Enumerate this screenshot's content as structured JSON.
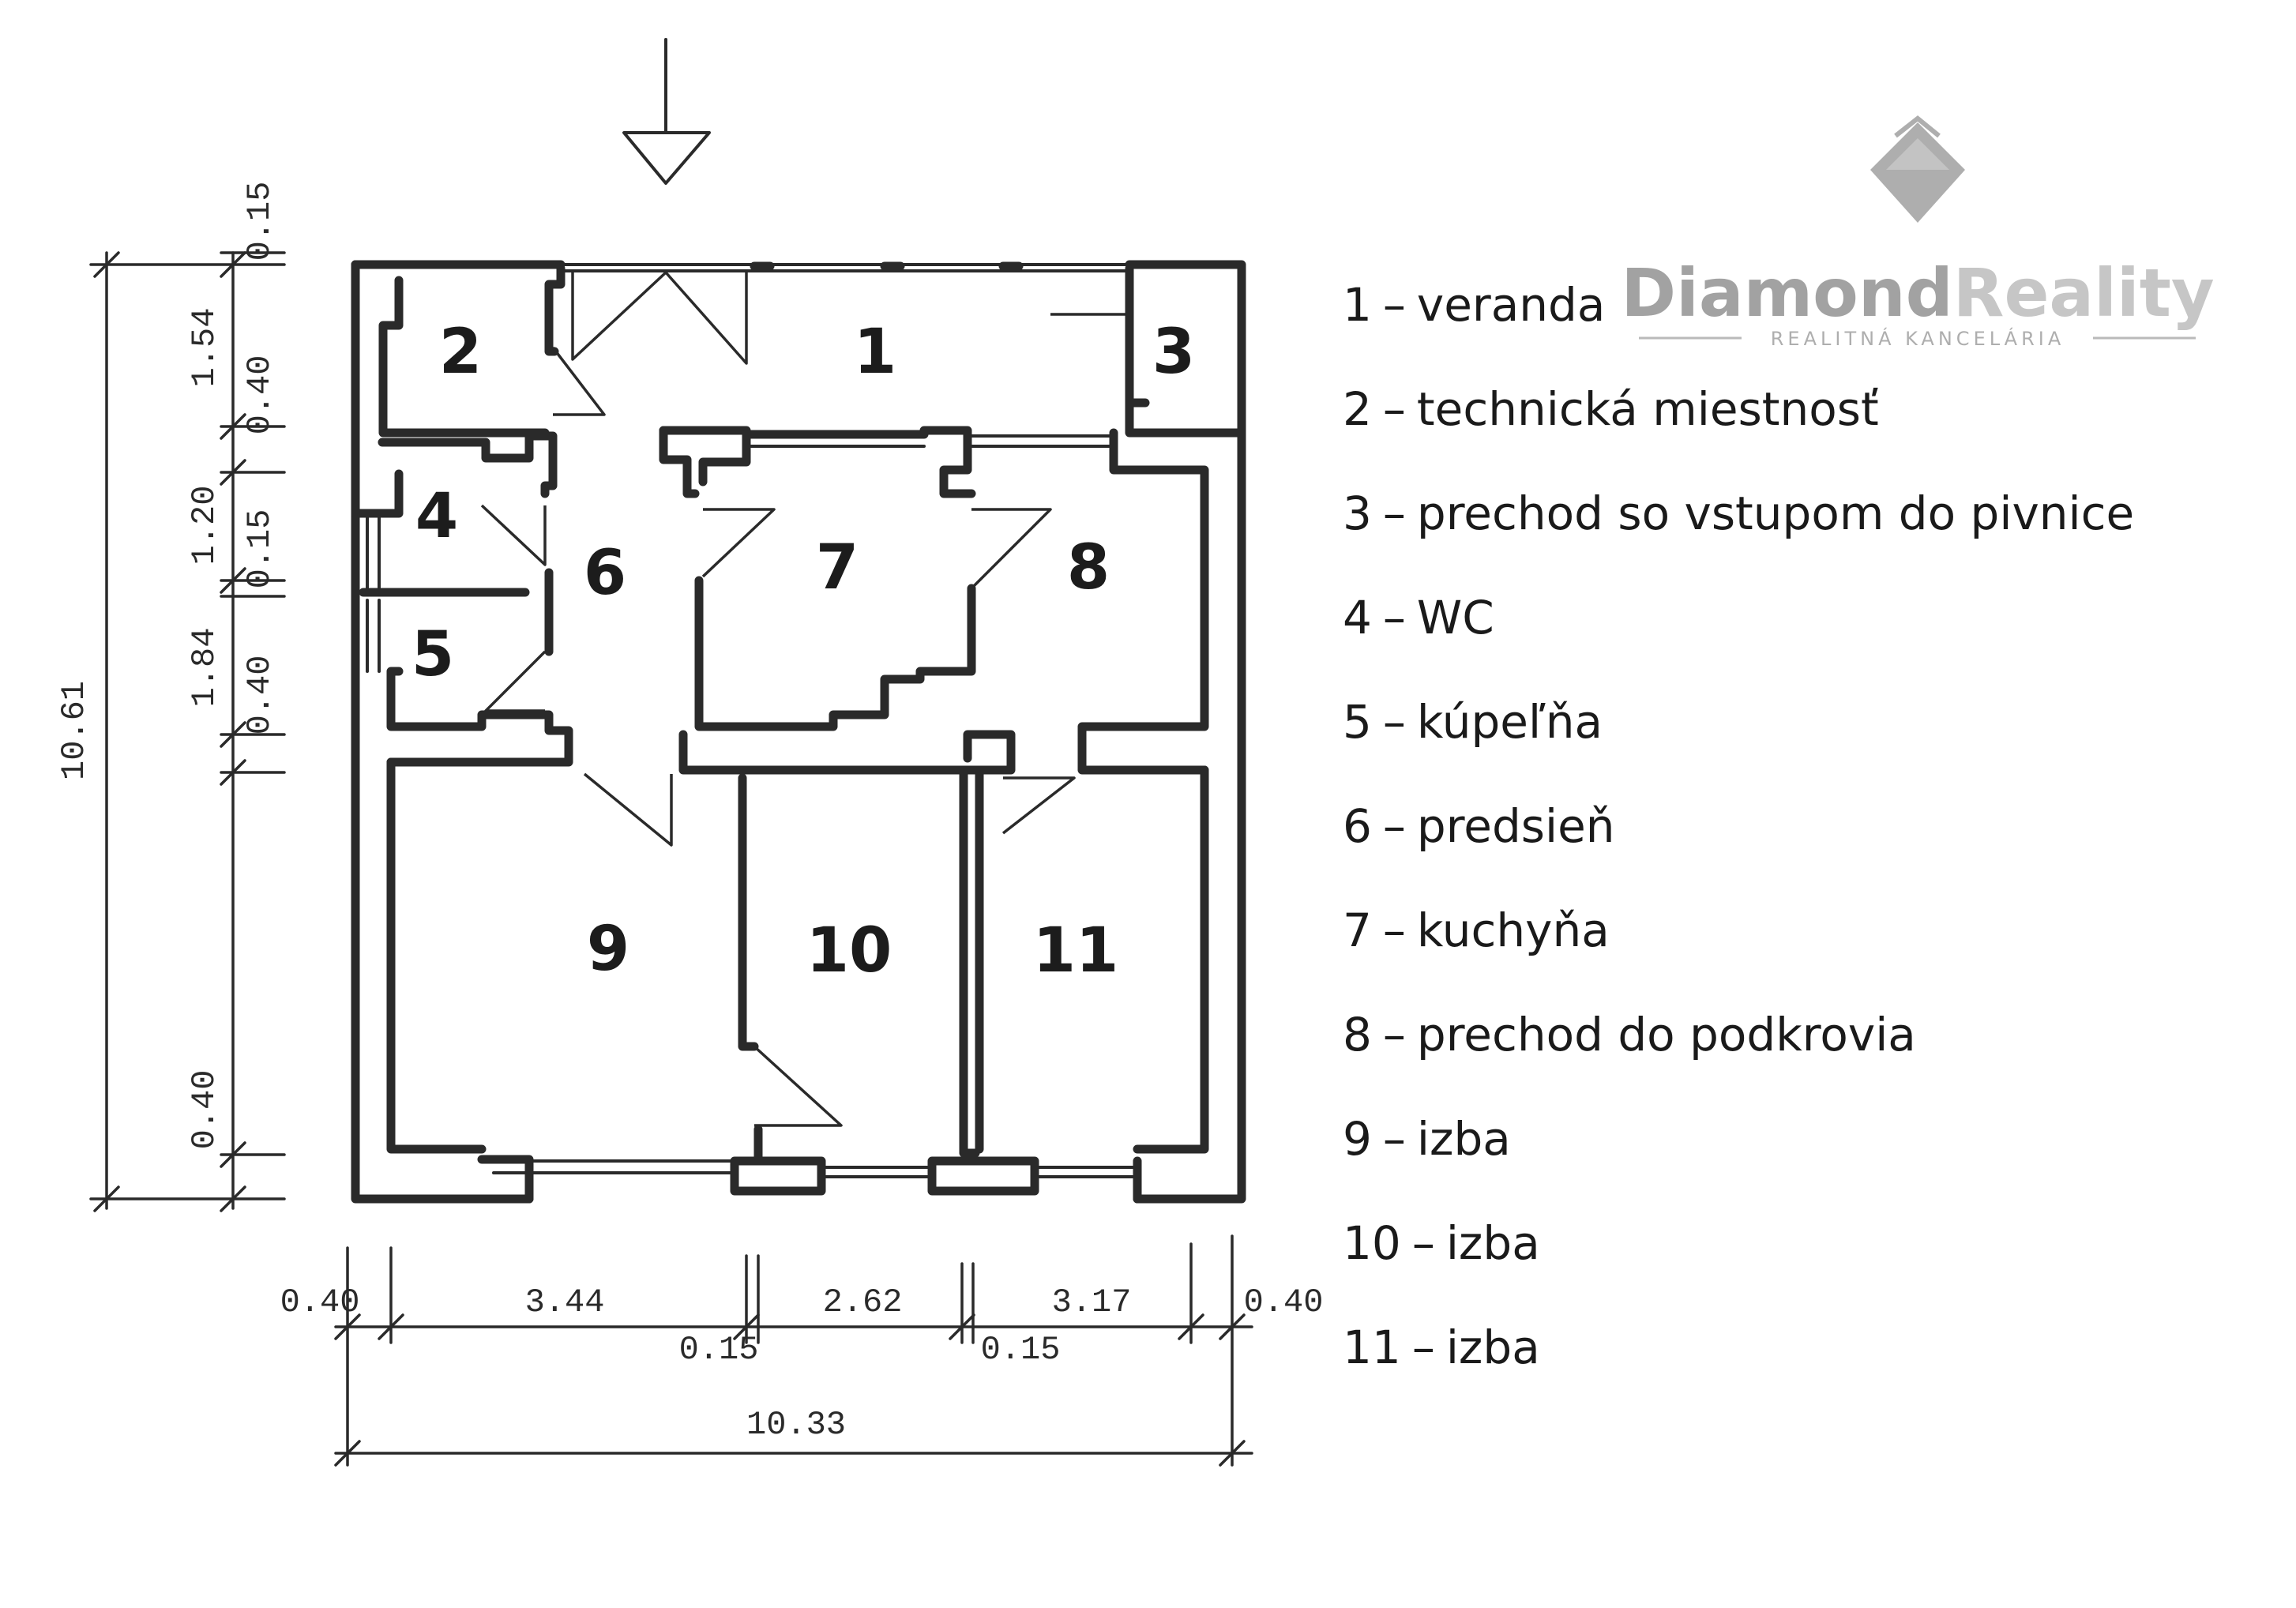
{
  "legend": [
    {
      "num": "1",
      "name": "veranda"
    },
    {
      "num": "2",
      "name": "technická miestnosť"
    },
    {
      "num": "3",
      "name": "prechod so vstupom do pivnice"
    },
    {
      "num": "4",
      "name": "WC"
    },
    {
      "num": "5",
      "name": "kúpeľňa"
    },
    {
      "num": "6",
      "name": "predsieň"
    },
    {
      "num": "7",
      "name": "kuchyňa"
    },
    {
      "num": "8",
      "name": "prechod do podkrovia"
    },
    {
      "num": "9",
      "name": "izba"
    },
    {
      "num": "10",
      "name": "izba"
    },
    {
      "num": "11",
      "name": "izba"
    }
  ],
  "legend_separator": "–",
  "rooms": [
    "1",
    "2",
    "3",
    "4",
    "5",
    "6",
    "7",
    "8",
    "9",
    "10",
    "11"
  ],
  "dimensions": {
    "bottom": [
      "0.40",
      "3.44",
      "2.62",
      "3.17",
      "0.40"
    ],
    "bottom_partitions": [
      "0.15",
      "0.15"
    ],
    "total_width": "10.33",
    "left_outer": [
      "1.54",
      "1.20",
      "1.84"
    ],
    "left_inner": [
      "0.15",
      "0.40",
      "0.15",
      "0.40",
      "0.40"
    ],
    "total_height": "10.61"
  },
  "logo": {
    "name_part1": "Diamond",
    "name_part2": "Reality",
    "subtitle": "REALITNÁ KANCELÁRIA",
    "icon": "diamond-icon",
    "color_dark": "#8c8c8c",
    "color_light": "#b8b8b8"
  },
  "entrance_icon": "entrance-arrow-icon"
}
